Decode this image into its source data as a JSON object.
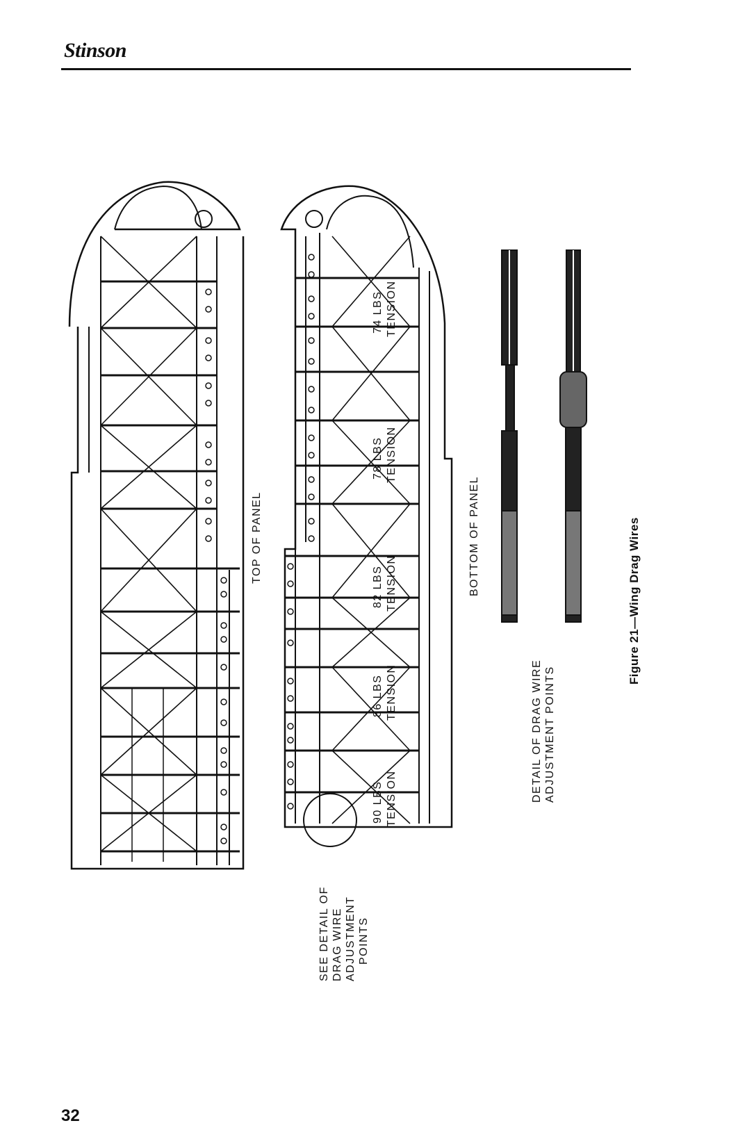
{
  "header": {
    "brand": "Stinson"
  },
  "page_number": "32",
  "figure": {
    "caption": "Figure 21—Wing Drag Wires",
    "top_panel_label": "TOP OF PANEL",
    "bottom_panel_label": "BOTTOM OF PANEL",
    "see_detail_label": [
      "SEE DETAIL OF",
      "DRAG WIRE",
      "ADJUSTMENT",
      "POINTS"
    ],
    "detail_label": [
      "DETAIL OF DRAG WIRE",
      "ADJUSTMENT POINTS"
    ],
    "tensions": [
      {
        "value": "74 LBS",
        "unit": "TENSION"
      },
      {
        "value": "78 LBS",
        "unit": "TENSION"
      },
      {
        "value": "82 LBS",
        "unit": "TENSION"
      },
      {
        "value": "86 LBS",
        "unit": "TENSION"
      },
      {
        "value": "90 LBS",
        "unit": "TENSION"
      }
    ]
  }
}
